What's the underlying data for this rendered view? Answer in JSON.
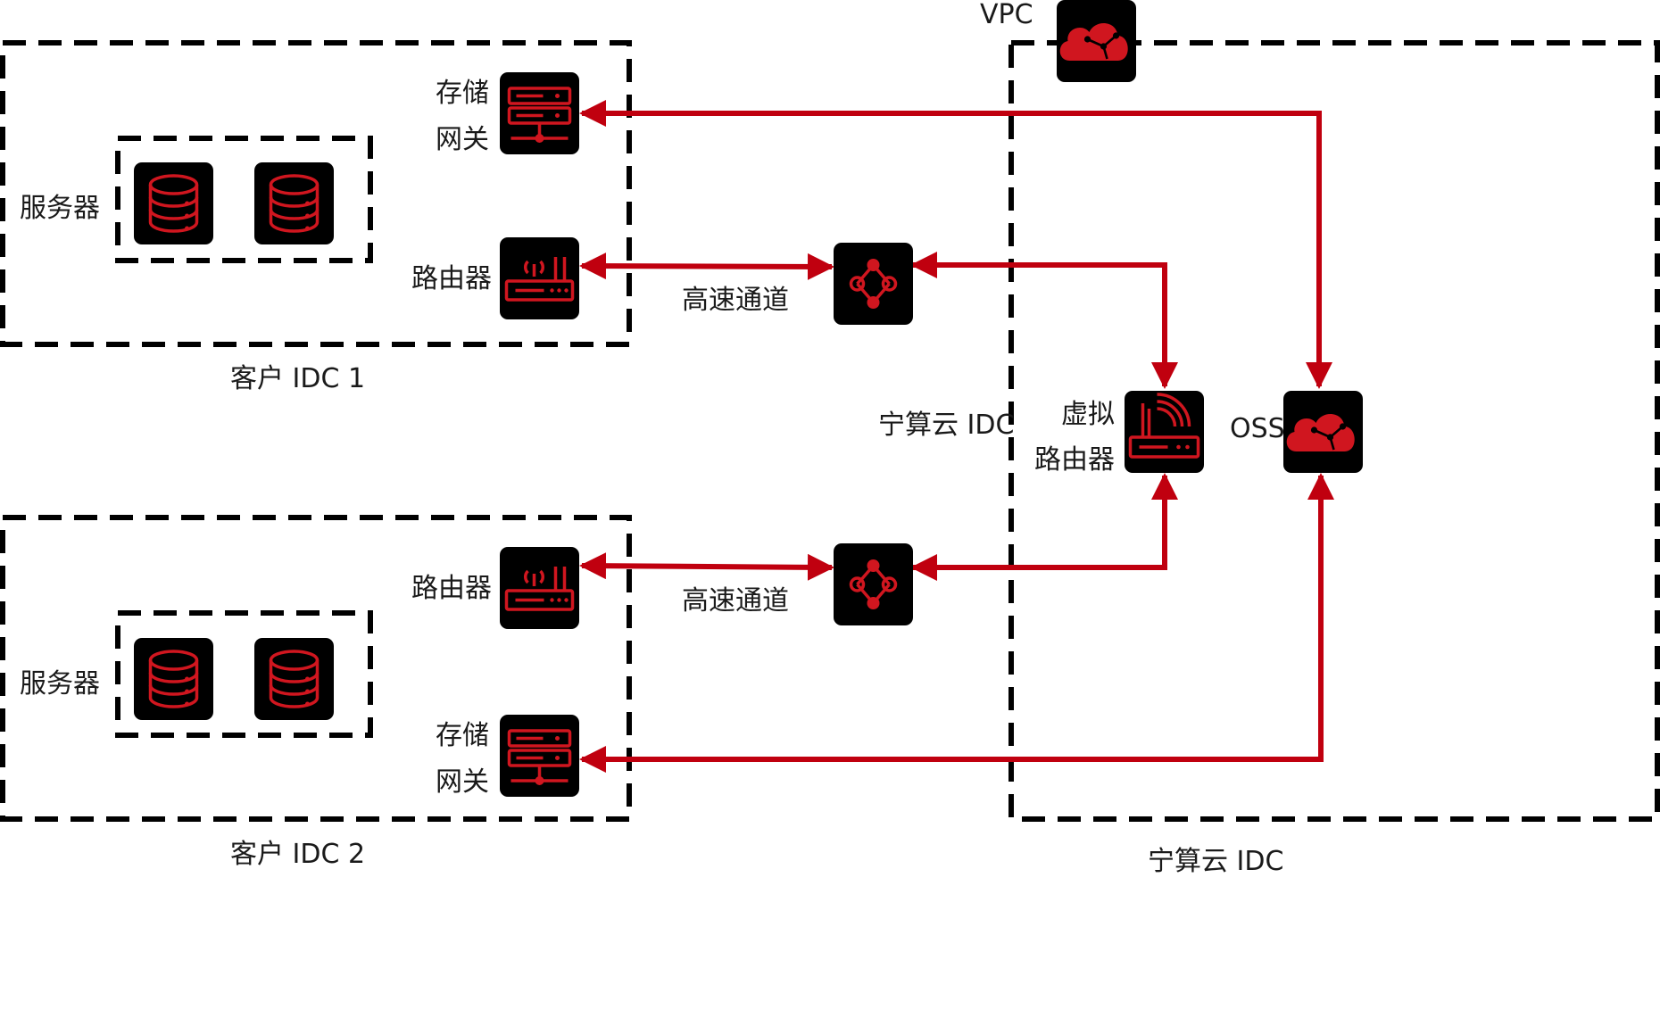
{
  "labels": {
    "vpc": "VPC",
    "customer_idc_1": "客户 IDC 1",
    "customer_idc_2": "客户 IDC 2",
    "ningsuan_idc_mid": "宁算云 IDC",
    "ningsuan_idc_bottom": "宁算云 IDC",
    "server_group_1": "服务器",
    "server_group_2": "服务器",
    "storage_gateway_1": [
      "存储",
      "网关"
    ],
    "storage_gateway_2": [
      "存储",
      "网关"
    ],
    "router_1": "路由器",
    "router_2": "路由器",
    "highspeed_1": "高速通道",
    "highspeed_2": "高速通道",
    "virtual_router": [
      "虚拟",
      "路由器"
    ],
    "oss": "OSS"
  },
  "icons": {
    "database": "database-icon",
    "storage_gateway": "storage-gateway-icon",
    "router": "router-icon",
    "express_connect": "express-connect-icon",
    "virtual_router": "virtual-router-icon",
    "cloud": "cloud-icon"
  },
  "colors": {
    "connector": "#c0000f",
    "icon_accent": "#d0161f",
    "icon_background": "#000000",
    "boundary": "#000000"
  }
}
